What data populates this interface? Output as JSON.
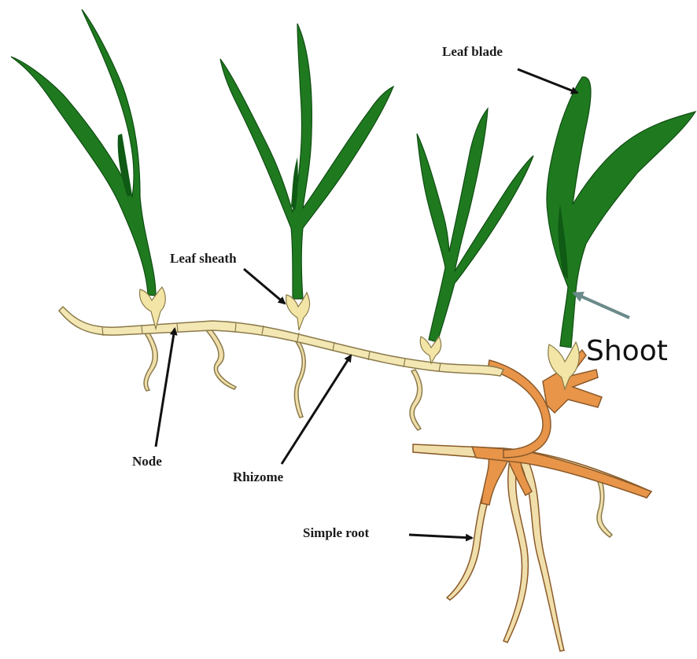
{
  "labels": {
    "leaf_blade": "Leaf blade",
    "leaf_sheath": "Leaf sheath",
    "shoot": "Shoot",
    "node": "Node",
    "rhizome": "Rhizome",
    "simple_root": "Simple root"
  },
  "colors": {
    "leaf": "#1f7a1f",
    "leaf_dark": "#0f4d12",
    "rhizome": "#f3e7b4",
    "rhizome_edge": "#8a7a4a",
    "root_orange": "#e8954a",
    "root_edge": "#8a5a2a",
    "root_pale": "#f0dfaa",
    "arrow": "#111111",
    "shoot_arrow": "#6b8a8a"
  }
}
